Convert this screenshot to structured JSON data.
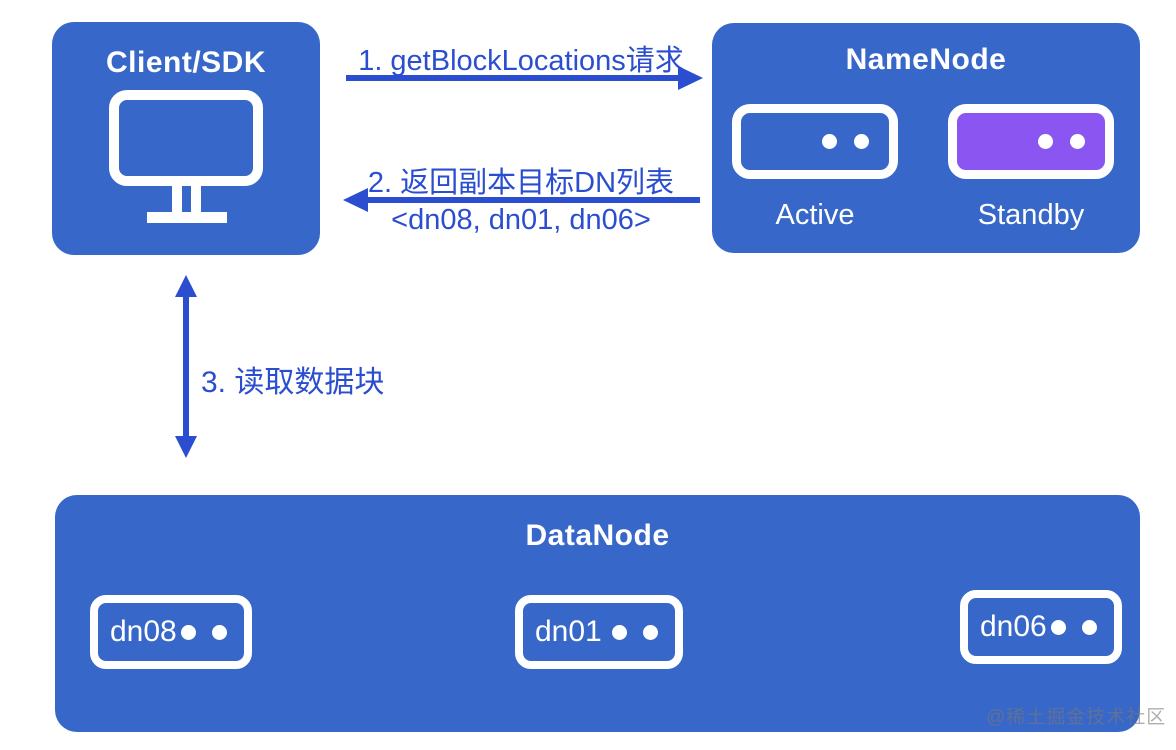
{
  "client": {
    "title": "Client/SDK"
  },
  "namenode": {
    "title": "NameNode",
    "nodes": [
      {
        "label": "Active",
        "state": "active"
      },
      {
        "label": "Standby",
        "state": "standby"
      }
    ]
  },
  "datanode": {
    "title": "DataNode",
    "nodes": [
      {
        "label": "dn08"
      },
      {
        "label": "dn01"
      },
      {
        "label": "dn06"
      }
    ]
  },
  "flows": [
    {
      "step": "1. getBlockLocations请求",
      "direction": "right"
    },
    {
      "step": "2. 返回副本目标DN列表",
      "sublabel": "<dn08, dn01, dn06>",
      "direction": "left"
    },
    {
      "step": "3. 读取数据块",
      "direction": "both"
    }
  ],
  "icons": {
    "monitor": "monitor-icon",
    "node_dots": "status-dots-icon"
  },
  "colors": {
    "box_blue": "#3767c8",
    "flow_blue": "#2b4ed0",
    "standby_purple": "#8a55f1",
    "white": "#ffffff"
  },
  "watermark": {
    "text": "@稀土掘金技术社区"
  }
}
